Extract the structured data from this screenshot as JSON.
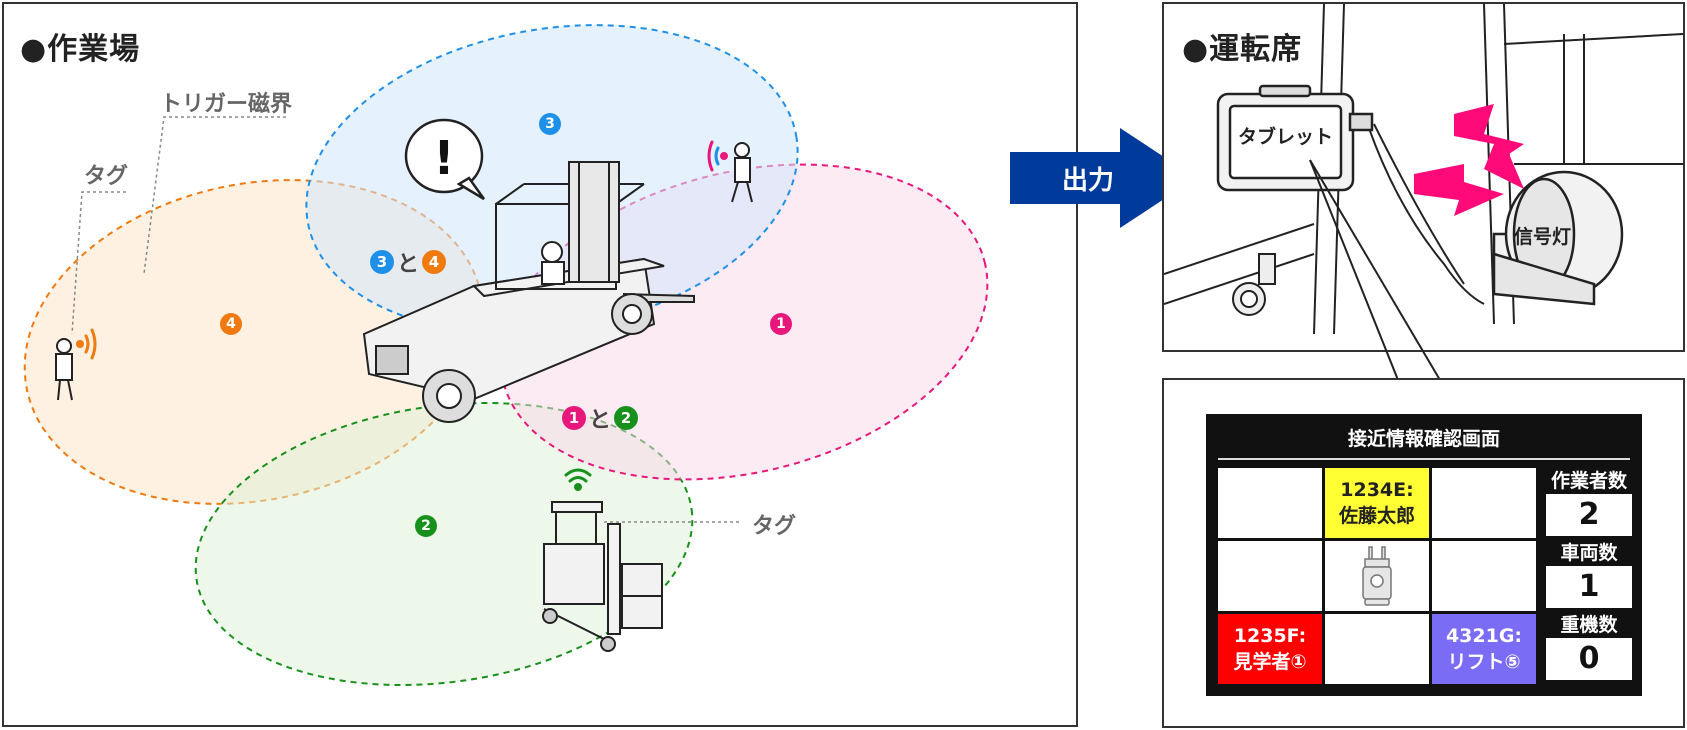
{
  "work": {
    "title": "●作業場",
    "trigger_label": "トリガー磁界",
    "tag_label_left": "タグ",
    "tag_label_bottom": "タグ",
    "zones": [
      {
        "num": "1",
        "color": "#e8177b"
      },
      {
        "num": "2",
        "color": "#17901c"
      },
      {
        "num": "3",
        "color": "#1e90e8"
      },
      {
        "num": "4",
        "color": "#f07a10"
      }
    ],
    "combo_34": {
      "a": "3",
      "b": "4",
      "joiner": "と"
    },
    "combo_12": {
      "a": "1",
      "b": "2",
      "joiner": "と"
    },
    "alert_symbol": "!"
  },
  "arrow": {
    "label": "出力",
    "color": "#003a9b"
  },
  "cab": {
    "title": "●運転席",
    "tablet_label": "タブレット",
    "signal_label": "信号灯"
  },
  "screen": {
    "title": "接近情報確認画面",
    "cells": [
      {
        "text": "",
        "style": ""
      },
      {
        "text": "1234E:\n佐藤太郎",
        "style": "yellow"
      },
      {
        "text": "",
        "style": ""
      },
      {
        "text": "",
        "style": ""
      },
      {
        "text": "",
        "style": "forklift"
      },
      {
        "text": "",
        "style": ""
      },
      {
        "text": "1235F:\n見学者①",
        "style": "red"
      },
      {
        "text": "",
        "style": ""
      },
      {
        "text": "4321G:\nリフト⑤",
        "style": "purple"
      }
    ],
    "stats": [
      {
        "label": "作業者数",
        "value": "2"
      },
      {
        "label": "車両数",
        "value": "1"
      },
      {
        "label": "重機数",
        "value": "0"
      }
    ]
  }
}
